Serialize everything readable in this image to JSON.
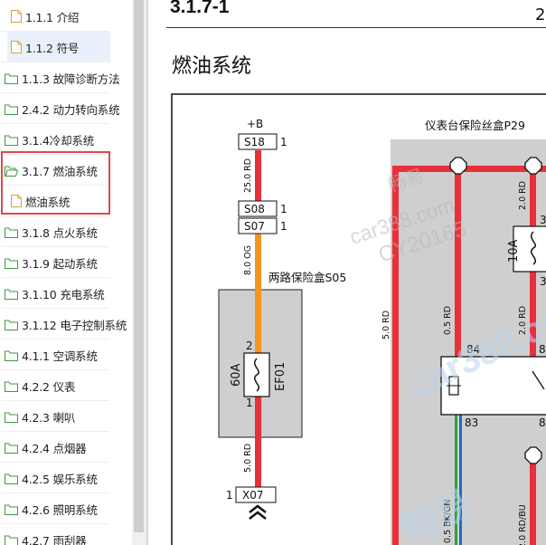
{
  "sidebar": {
    "items": [
      {
        "label": "1.1.1 介绍",
        "icon": "document-icon",
        "level": 1
      },
      {
        "label": "1.1.2 符号",
        "icon": "document-icon",
        "level": 1,
        "selected": true
      },
      {
        "label": "1.1.3 故障诊断方法",
        "icon": "folder-icon",
        "level": 0
      },
      {
        "label": "2.4.2 动力转向系统",
        "icon": "folder-icon",
        "level": 0
      },
      {
        "label": "3.1.4冷却系统",
        "icon": "folder-icon",
        "level": 0
      },
      {
        "label": "3.1.7 燃油系统",
        "icon": "folder-open-icon",
        "level": 0
      },
      {
        "label": "燃油系统",
        "icon": "document-icon",
        "level": 1
      },
      {
        "label": "3.1.8 点火系统",
        "icon": "folder-icon",
        "level": 0
      },
      {
        "label": "3.1.9 起动系统",
        "icon": "folder-icon",
        "level": 0
      },
      {
        "label": "3.1.10 充电系统",
        "icon": "folder-icon",
        "level": 0
      },
      {
        "label": "3.1.12 电子控制系统",
        "icon": "folder-icon",
        "level": 0
      },
      {
        "label": "4.1.1 空调系统",
        "icon": "folder-icon",
        "level": 0
      },
      {
        "label": "4.2.2 仪表",
        "icon": "folder-icon",
        "level": 0
      },
      {
        "label": "4.2.3 喇叭",
        "icon": "folder-icon",
        "level": 0
      },
      {
        "label": "4.2.4 点烟器",
        "icon": "folder-icon",
        "level": 0
      },
      {
        "label": "4.2.5 娱乐系统",
        "icon": "folder-icon",
        "level": 0
      },
      {
        "label": "4.2.6 照明系统",
        "icon": "folder-icon",
        "level": 0
      },
      {
        "label": "4.2.7 雨刮器",
        "icon": "folder-icon",
        "level": 0
      }
    ]
  },
  "content": {
    "section_number": "3.1.7-1",
    "page_heading": "燃油系统",
    "title_right_char": "2"
  },
  "diagram": {
    "battery_label": "+B",
    "left_box_label": "两路保险盒S05",
    "right_box_label": "仪表台保险丝盒P29",
    "fuse_main": "60A",
    "fuse_main_id": "EF01",
    "fuse_right": "10A",
    "connectors": [
      {
        "id": "S18",
        "pin": "1"
      },
      {
        "id": "S08",
        "pin": "1"
      },
      {
        "id": "S07",
        "pin": "1"
      },
      {
        "id": "X07",
        "pin": "1"
      }
    ],
    "pins": {
      "fuse_top": "2",
      "fuse_bottom": "1",
      "relay_a": "84",
      "relay_b": "83",
      "r3a": "3",
      "r3b": "3",
      "r8a": "8",
      "r8b": "8"
    },
    "wire_labels": [
      "25.0 RD",
      "8.0 OG",
      "5.0 RD",
      "5.0 RD",
      "0.5 RD",
      "2.0 RD",
      "2.0 RD",
      "0.5 BK/GN",
      "2.0 RD/BU"
    ],
    "watermarks": [
      "畅易",
      "car388.com",
      "CY20165"
    ],
    "colors": {
      "red_wire": "#e8303a",
      "orange_wire": "#f5941e",
      "green_wire": "#2f9e4d",
      "box_gray": "#cfcfcf"
    }
  }
}
